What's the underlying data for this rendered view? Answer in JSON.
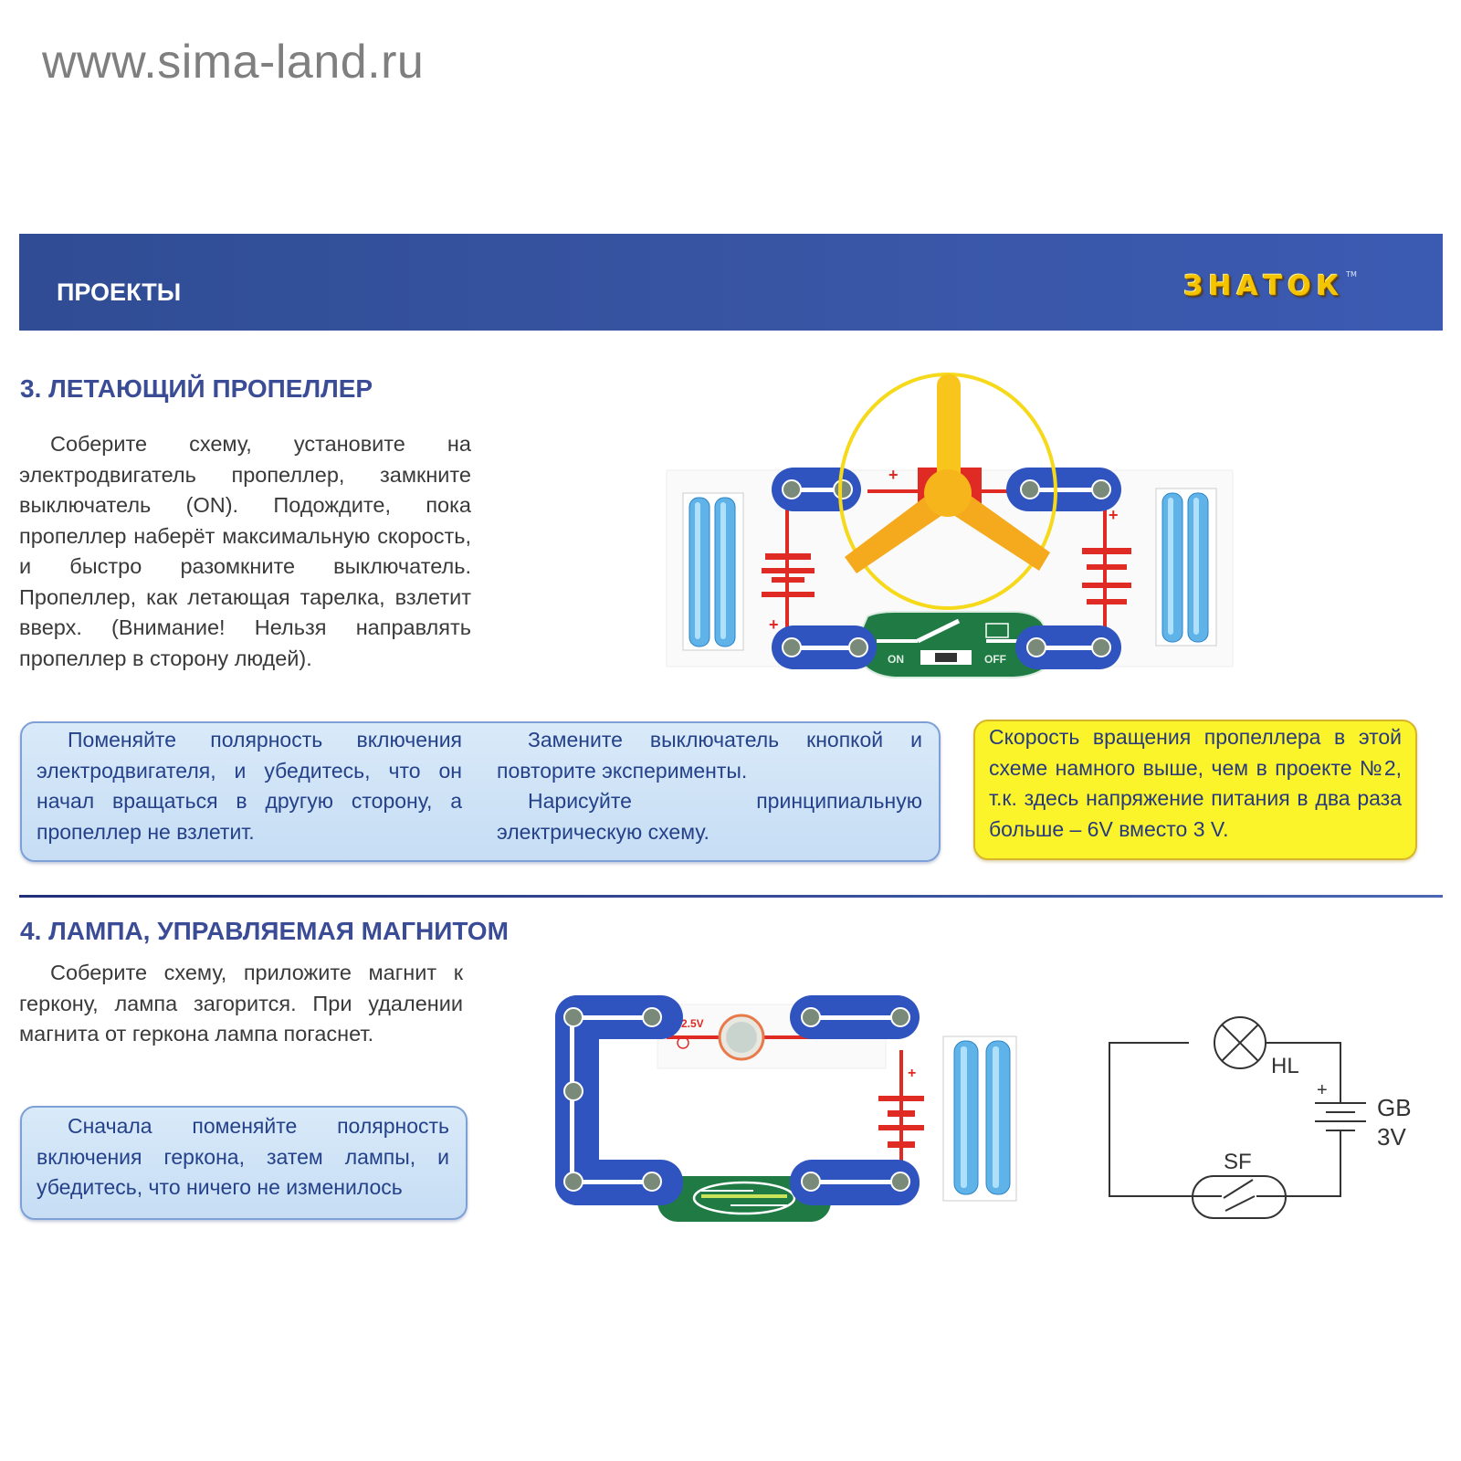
{
  "watermark": "www.sima-land.ru",
  "banner": {
    "title": "ПРОЕКТЫ",
    "brand": "ЗНАТОК",
    "trademark": "TM",
    "color": "#3956a6"
  },
  "project3": {
    "title": "3. ЛЕТАЮЩИЙ ПРОПЕЛЛЕР",
    "paragraph": "Соберите схему, установите на электродвигатель пропеллер, замкните выключатель (ON). Подождите, пока пропеллер наберёт максимальную скорость, и быстро разомкните выключатель. Пропеллер, как летающая тарелка, взлетит вверх. (Внимание! Нельзя направлять пропеллер в сторону людей).",
    "note_left": "Поменяйте полярность включения электродвигателя, и убедитесь, что он начал вращаться в другую сторону, а пропеллер не взлетит.",
    "note_middle_1": "Замените выключатель кнопкой и повторите эксперименты.",
    "note_middle_2": "Нарисуйте принципиальную электрическую схему.",
    "note_yellow": "Скорость вращения пропеллера в этой схеме намного выше, чем в проекте №2, т.к. здесь напряжение питания в два раза больше – 6V вместо 3 V.",
    "diagram": {
      "switch_on_label": "ON",
      "switch_off_label": "OFF",
      "plus_sign": "+"
    }
  },
  "project4": {
    "title": "4. ЛАМПА, УПРАВЛЯЕМАЯ МАГНИТОМ",
    "paragraph": "Соберите схему, приложите магнит к геркону, лампа загорится. При удалении магнита от геркона лампа погаснет.",
    "note": "Сначала поменяйте полярность включения геркона, затем лампы, и убедитесь, что ничего не изменилось",
    "diagram": {
      "lamp_voltage": "2.5V",
      "plus_sign": "+"
    },
    "schematic": {
      "lamp_label": "HL",
      "battery_label": "GB",
      "battery_voltage": "3V",
      "switch_label": "SF",
      "plus_sign": "+"
    }
  },
  "colors": {
    "heading": "#3a4c96",
    "note_blue_bg": "#d0e4f7",
    "note_yellow_bg": "#fbf42a",
    "snap_blue": "#2f54c0",
    "wire_red": "#e02a24",
    "switch_green": "#1f7a44",
    "propeller_yellow": "#f7c51c"
  }
}
